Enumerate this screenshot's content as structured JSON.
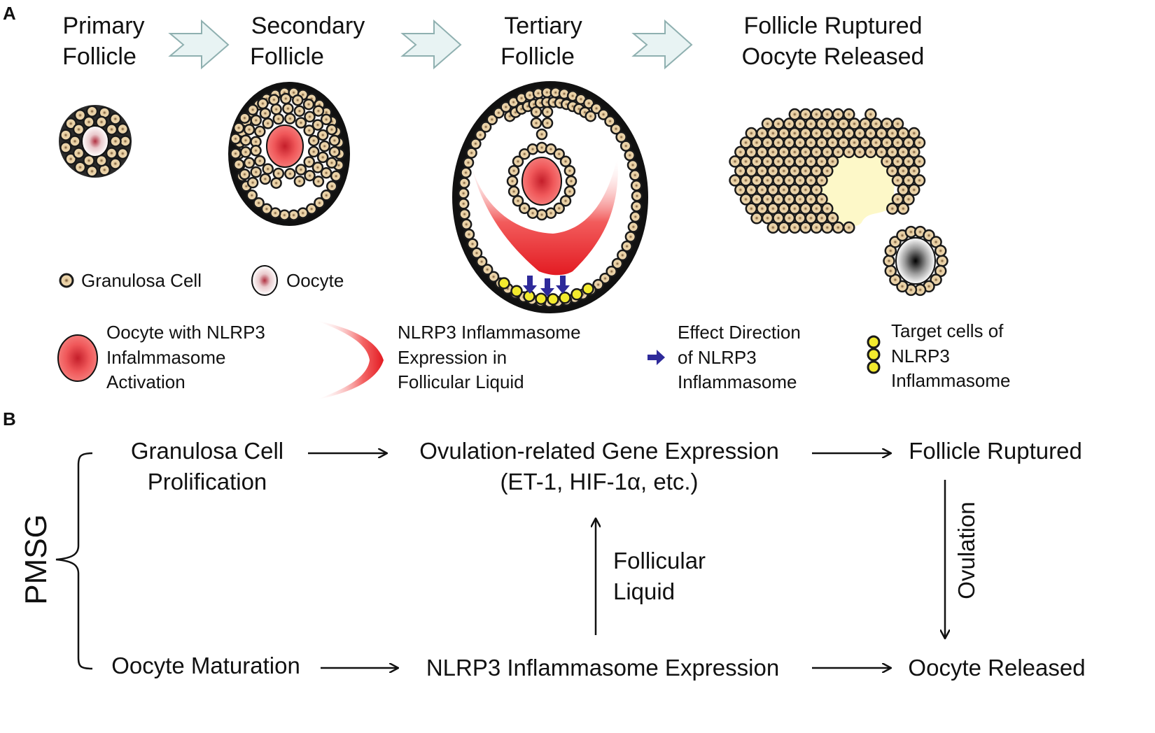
{
  "panel_a": {
    "letter": "A",
    "stages": [
      {
        "line1": "Primary",
        "line2": "Follicle"
      },
      {
        "line1": "Secondary",
        "line2": "Follicle"
      },
      {
        "line1": "Tertiary",
        "line2": "Follicle"
      },
      {
        "line1": "Follicle Ruptured",
        "line2": "Oocyte Released"
      }
    ],
    "legend": {
      "granulosa_cell": "Granulosa Cell",
      "oocyte": "Oocyte",
      "activated_oocyte": [
        "Oocyte with NLRP3",
        "Infalmmasome",
        "Activation"
      ],
      "liquid_expression": [
        "NLRP3 Inflammasome",
        "Expression in",
        "Follicular Liquid"
      ],
      "effect_direction": [
        "Effect Direction",
        "of NLRP3",
        "Inflammasome"
      ],
      "target_cells": [
        "Target cells of",
        "NLRP3",
        "Inflammasome"
      ]
    },
    "colors": {
      "granulosa_fill": "#e8cfa3",
      "granulosa_stroke": "#1a1a1a",
      "oocyte_active": "#ee3a3a",
      "liquid_gradient": "#e9262a",
      "target_cell": "#f2ea2e",
      "arrow_blue": "#2e2a9a",
      "stage_arrow": "#e8f3f3",
      "cavity": "#fdf8c8"
    }
  },
  "panel_b": {
    "letter": "B",
    "pmsg": "PMSG",
    "top_left": [
      "Granulosa Cell",
      "Prolification"
    ],
    "top_mid": [
      "Ovulation-related Gene Expression",
      "(ET-1, HIF-1α, etc.)"
    ],
    "top_right": "Follicle Ruptured",
    "bottom_left": "Oocyte Maturation",
    "bottom_mid": "NLRP3 Inflammasome Expression",
    "bottom_right": "Oocyte Released",
    "vertical_up": [
      "Follicular",
      "Liquid"
    ],
    "vertical_down": "Ovulation"
  }
}
